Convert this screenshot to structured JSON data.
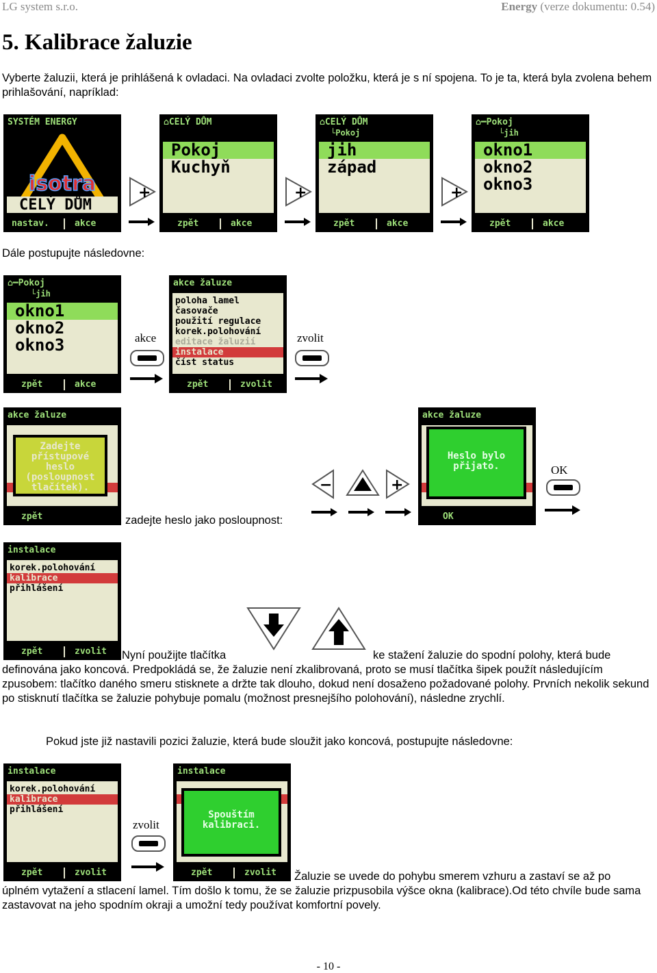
{
  "header": {
    "left": "LG system s.r.o.",
    "right_bold": "Energy",
    "right_rest": " (verze dokumentu: 0.54)"
  },
  "heading": "5. Kalibrace žaluzie",
  "intro": "Vyberte žaluzii, která je prihlášená k ovladaci. Na ovladaci zvolte položku, která je s ní spojena. To je ta, která byla zvolena behem prihlašování, napríklad:",
  "continue_text": "Dále postupujte následovne:",
  "row1": [
    {
      "title": "SYSTÉM ENERGY",
      "logo": "isotra",
      "bottom_item": "CELÝ DŮM",
      "foot_left": "nastav.",
      "foot_right": "akce"
    },
    {
      "title": "CELÝ DŮM",
      "items": [
        "Pokoj",
        "Kuchyň"
      ],
      "foot_left": "zpět",
      "foot_right": "akce"
    },
    {
      "title": "CELÝ DŮM",
      "subtitle": "Pokoj",
      "items": [
        "jih",
        "západ"
      ],
      "foot_left": "zpět",
      "foot_right": "akce"
    },
    {
      "title": "Pokoj",
      "subtitle": "jih",
      "items": [
        "okno1",
        "okno2",
        "okno3"
      ],
      "foot_left": "zpět",
      "foot_right": "akce"
    }
  ],
  "plus_sign": "+",
  "minus_sign": "−",
  "row2": {
    "screen1": {
      "title": "Pokoj",
      "subtitle": "jih",
      "items": [
        "okno1",
        "okno2",
        "okno3"
      ],
      "foot_left": "zpět",
      "foot_right": "akce"
    },
    "label1": "akce",
    "screen2": {
      "title": "akce žaluze",
      "items": [
        "poloha lamel",
        "časovače",
        "použití regulace",
        "korek.polohování",
        "editace žaluzií",
        "instalace",
        "číst status"
      ],
      "foot_left": "zpět",
      "foot_right": "zvolit"
    },
    "label2": "zvolit"
  },
  "row3": {
    "screen1": {
      "title": "akce žaluze",
      "popup": [
        "Zadejte",
        "přístupové",
        "heslo",
        "(posloupnost",
        "tlačítek)."
      ],
      "foot_left": "zpět"
    },
    "caption": "zadejte heslo jako posloupnost:",
    "screen2": {
      "title": "akce žaluze",
      "popup": [
        "Heslo bylo",
        "přijato."
      ],
      "foot_left": "OK"
    },
    "ok_label": "OK"
  },
  "row4": {
    "screen": {
      "title": "instalace",
      "items": [
        "korek.polohování",
        "kalibrace",
        "přihlášení"
      ],
      "foot_left": "zpět",
      "foot_right": "zvolit"
    },
    "text_a": "Nyní použijte tlačítka",
    "text_b": "ke stažení žaluzie do spodní polohy, která bude",
    "paragraph": "definována jako koncová. Predpokládá se, že žaluzie není zkalibrovaná, proto se musí tlačítka šipek použít následujícím zpusobem: tlačítko daného smeru stisknete a držte tak dlouho, dokud není dosaženo požadované polohy. Prvních nekolik sekund po stisknutí tlačítka se žaluzie pohybuje pomalu (možnost presnejšího polohování), následne zrychlí."
  },
  "row5_intro": "Pokud jste již nastavili pozici žaluzie, která bude sloužit jako koncová, postupujte následovne:",
  "row5": {
    "screen1": {
      "title": "instalace",
      "items": [
        "korek.polohování",
        "kalibrace",
        "přihlášení"
      ],
      "foot_left": "zpět",
      "foot_right": "zvolit"
    },
    "label": "zvolit",
    "screen2": {
      "title": "instalace",
      "popup": [
        "Spouštím",
        "kalibraci."
      ],
      "foot_left": "zpět",
      "foot_right": "zvolit"
    },
    "text_a": "Žaluzie se uvede do pohybu smerem vzhuru a zastaví se až po",
    "paragraph": "úplném vytažení a stlacení lamel. Tím došlo k tomu, že se žaluzie prizpusobila výšce okna (kalibrace).Od této chvíle bude sama zastavovat na jeho spodním okraji a umožní tedy používat komfortní povely."
  },
  "page_number": "- 10 -"
}
